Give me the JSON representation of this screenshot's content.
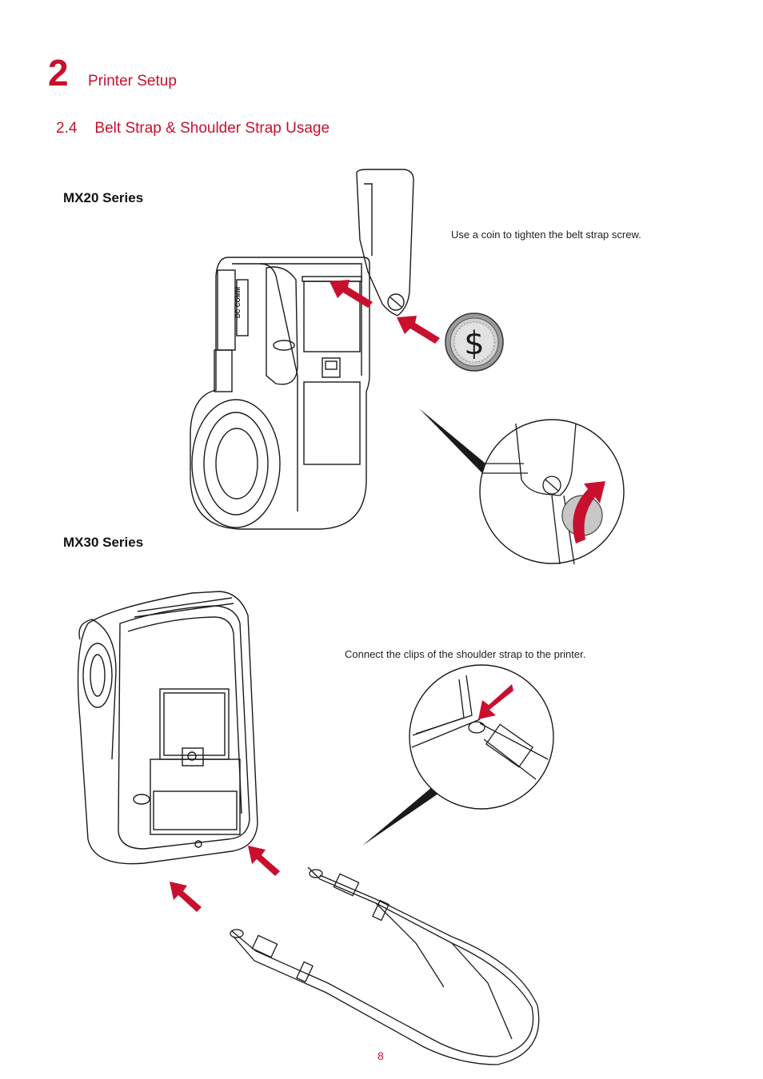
{
  "header": {
    "chapter_number": "2",
    "chapter_title": "Printer Setup"
  },
  "section": {
    "number": "2.4",
    "title": "Belt Strap & Shoulder Strap Usage"
  },
  "mx20": {
    "label": "MX20 Series",
    "note": "Use a coin to tighten the belt strap screw.",
    "device_port_text": "DC COMM",
    "coin_symbol": "$"
  },
  "mx30": {
    "label": "MX30 Series",
    "note": "Connect the clips of the shoulder strap to the printer."
  },
  "footer": {
    "page_number": "8"
  },
  "colors": {
    "accent": "#c8102e",
    "line": "#1a1a1a"
  },
  "icons": [
    "red-arrow-icon",
    "coin-icon",
    "rotate-arrow-icon"
  ]
}
